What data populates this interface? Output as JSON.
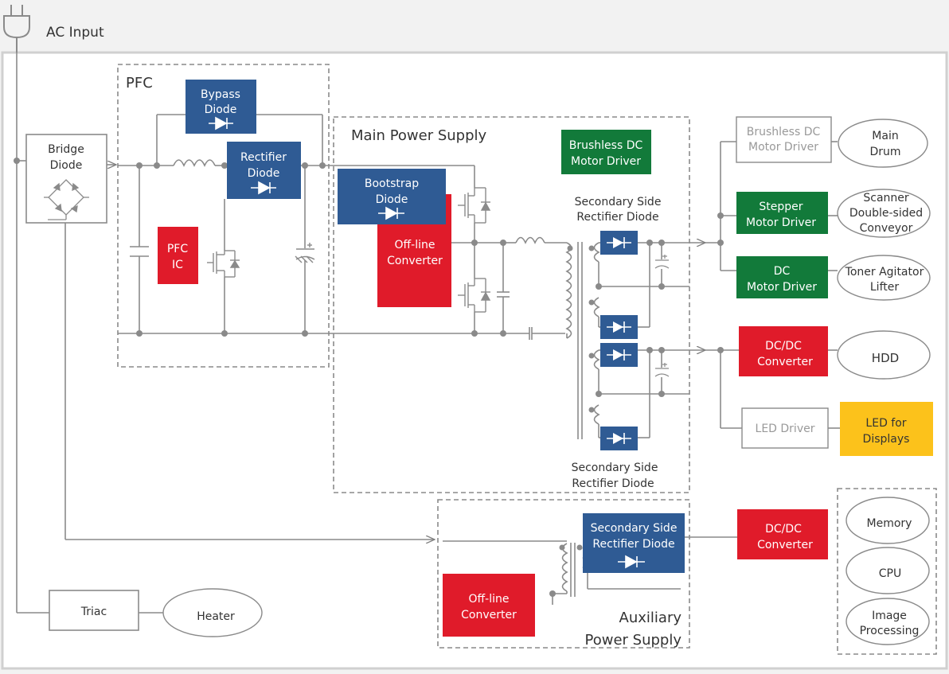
{
  "ac_input": "AC Input",
  "pfc_title": "PFC",
  "main_ps_title": "Main Power Supply",
  "aux_title": [
    "Auxiliary",
    "Power Supply"
  ],
  "bridge_diode": [
    "Bridge",
    "Diode"
  ],
  "bypass_diode": [
    "Bypass",
    "Diode"
  ],
  "pfc_rectifier_diode": [
    "Rectifier",
    "Diode"
  ],
  "pfc_ic": [
    "PFC",
    "IC"
  ],
  "bootstrap_diode": [
    "Bootstrap",
    "Diode"
  ],
  "offline_converter_main": [
    "Off-line",
    "Converter"
  ],
  "bldc_motor_driver_green": [
    "Brushless DC",
    "Motor Driver"
  ],
  "secondary_rectifier_top": [
    "Secondary Side",
    "Rectifier Diode"
  ],
  "secondary_rectifier_bottom": [
    "Secondary Side",
    "Rectifier Diode"
  ],
  "bldc_motor_driver_outline": [
    "Brushless DC",
    "Motor Driver"
  ],
  "main_drum": [
    "Main",
    "Drum"
  ],
  "stepper_motor_driver": [
    "Stepper",
    "Motor Driver"
  ],
  "scanner": [
    "Scanner",
    "Double-sided",
    "Conveyor"
  ],
  "dc_motor_driver": [
    "DC",
    "Motor Driver"
  ],
  "toner": [
    "Toner Agitator",
    "Lifter"
  ],
  "dcdc_main": [
    "DC/DC",
    "Converter"
  ],
  "hdd": "HDD",
  "led_driver": "LED Driver",
  "led_displays": [
    "LED for",
    "Displays"
  ],
  "aux_secondary_rectifier": [
    "Secondary Side",
    "Rectifier Diode"
  ],
  "aux_offline_converter": [
    "Off-line",
    "Converter"
  ],
  "aux_dcdc": [
    "DC/DC",
    "Converter"
  ],
  "memory": "Memory",
  "cpu": "CPU",
  "image_processing": [
    "Image",
    "Processing"
  ],
  "triac": "Triac",
  "heater": "Heater",
  "colors": {
    "blue": "#2f5b94",
    "red": "#e01b2a",
    "green": "#127a3a",
    "yellow": "#fcc21b",
    "wire": "#7f7f7f"
  }
}
